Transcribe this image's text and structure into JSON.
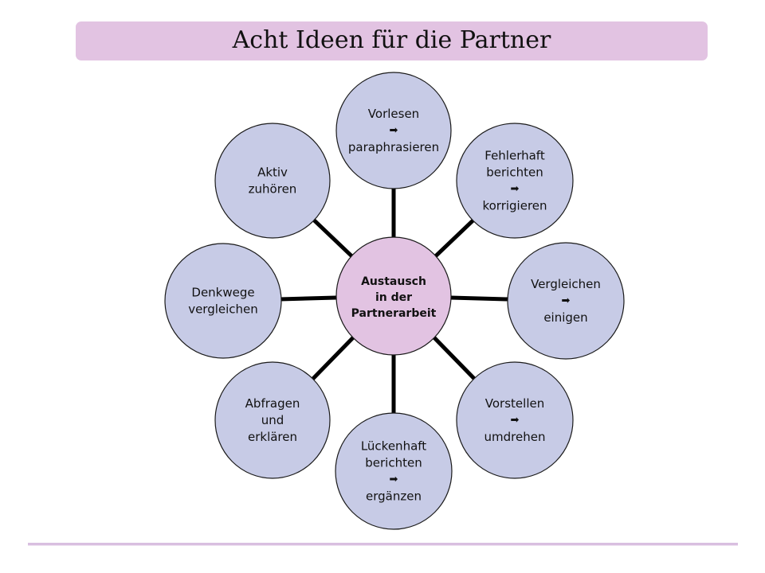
{
  "title": "Acht Ideen für die Partner",
  "colors": {
    "title_bar": "#e2c3e2",
    "center_fill": "#e2c3e2",
    "node_fill": "#c7cbe6",
    "connector": "#000000",
    "footer_rule": "#d9bfe0"
  },
  "center": {
    "lines": [
      "Austausch",
      "in der",
      "Partnerarbeit"
    ]
  },
  "arrow_icon": "➡",
  "nodes": [
    {
      "id": "vorlesen",
      "lines": [
        "Vorlesen",
        "→",
        "paraphrasieren"
      ]
    },
    {
      "id": "fehlerhaft",
      "lines": [
        "Fehlerhaft",
        "berichten",
        "→",
        "korrigieren"
      ]
    },
    {
      "id": "vergleichen",
      "lines": [
        "Vergleichen",
        "→",
        "einigen"
      ]
    },
    {
      "id": "vorstellen",
      "lines": [
        "Vorstellen",
        "→",
        "umdrehen"
      ]
    },
    {
      "id": "lueckenhaft",
      "lines": [
        "Lückenhaft",
        "berichten",
        "→",
        "ergänzen"
      ]
    },
    {
      "id": "abfragen",
      "lines": [
        "Abfragen",
        "und",
        "erklären"
      ]
    },
    {
      "id": "denkwege",
      "lines": [
        "Denkwege",
        "vergleichen"
      ]
    },
    {
      "id": "aktiv",
      "lines": [
        "Aktiv",
        "zuhören"
      ]
    }
  ]
}
